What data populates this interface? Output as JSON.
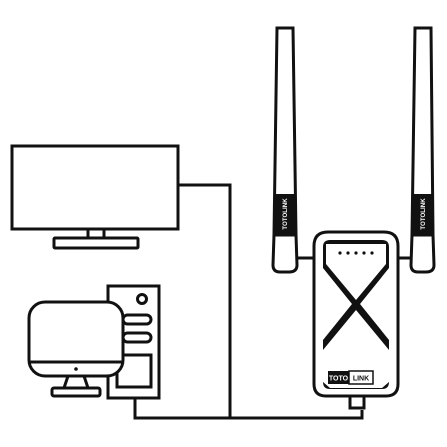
{
  "diagram": {
    "stroke_color": "#111111",
    "background_color": "#ffffff",
    "brand": {
      "part1": "TOTO",
      "part2": "LINK"
    },
    "devices": [
      {
        "id": "monitor",
        "icon": "monitor-icon"
      },
      {
        "id": "desktop-computer",
        "icon": "desktop-computer-icon"
      },
      {
        "id": "wifi-extender",
        "icon": "wifi-range-extender-icon"
      }
    ]
  }
}
